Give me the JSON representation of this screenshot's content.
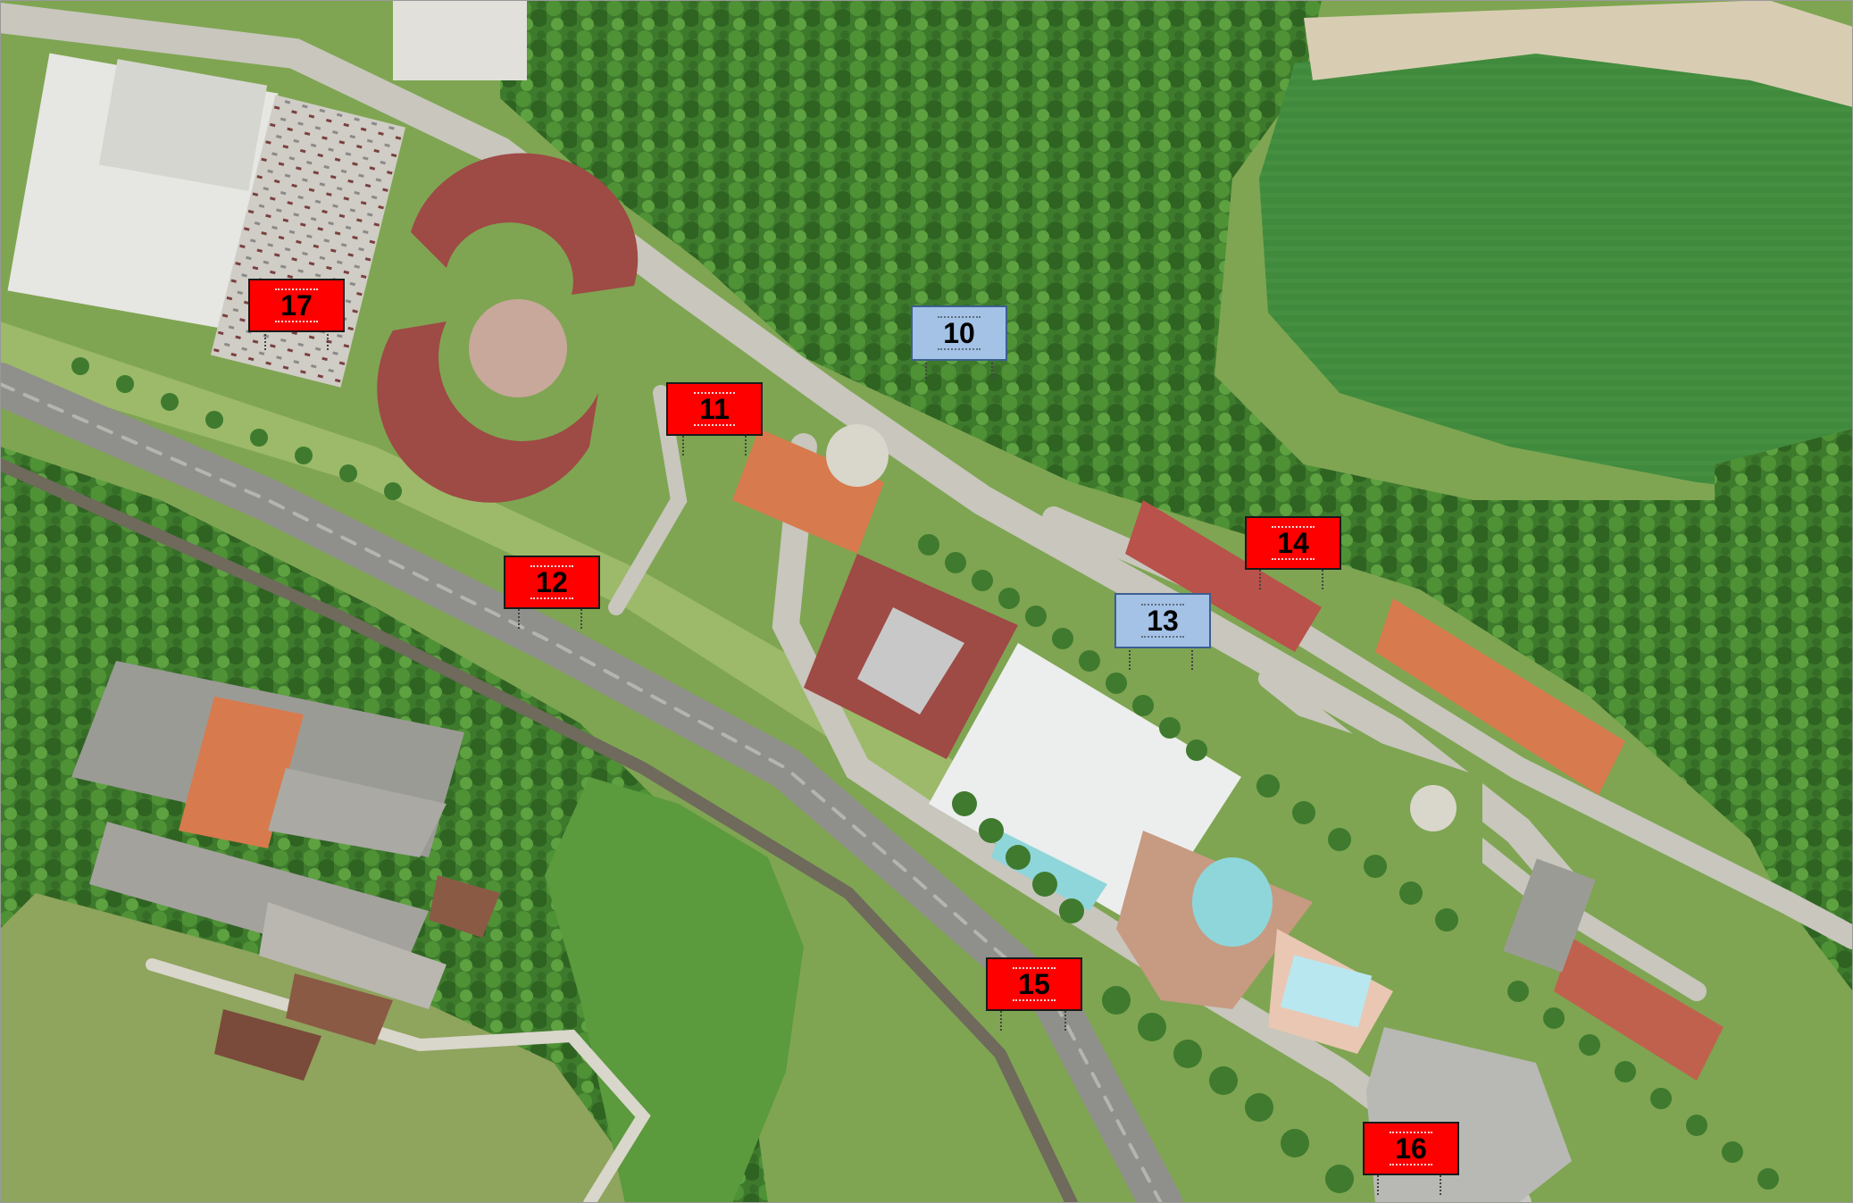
{
  "map": {
    "colors": {
      "forest": "#3e7a2c",
      "forest_dark": "#24521c",
      "meadow": "#3f8a3c",
      "grass": "#7fa552",
      "road": "#8f8f8b",
      "paved": "#cfcdc5",
      "roof_red": "#9e4a45",
      "roof_orange": "#d77a4d",
      "roof_white": "#e6e6e2",
      "pool": "#8fd6db",
      "marker_red": "#ff0000",
      "marker_blue": "#a3c2e6"
    },
    "markers": [
      {
        "id": "marker-17",
        "label": "17",
        "style": "red"
      },
      {
        "id": "marker-10",
        "label": "10",
        "style": "blue"
      },
      {
        "id": "marker-11",
        "label": "11",
        "style": "red"
      },
      {
        "id": "marker-12",
        "label": "12",
        "style": "red"
      },
      {
        "id": "marker-13",
        "label": "13",
        "style": "blue"
      },
      {
        "id": "marker-14",
        "label": "14",
        "style": "red"
      },
      {
        "id": "marker-15",
        "label": "15",
        "style": "red"
      },
      {
        "id": "marker-16",
        "label": "16",
        "style": "red"
      }
    ]
  }
}
